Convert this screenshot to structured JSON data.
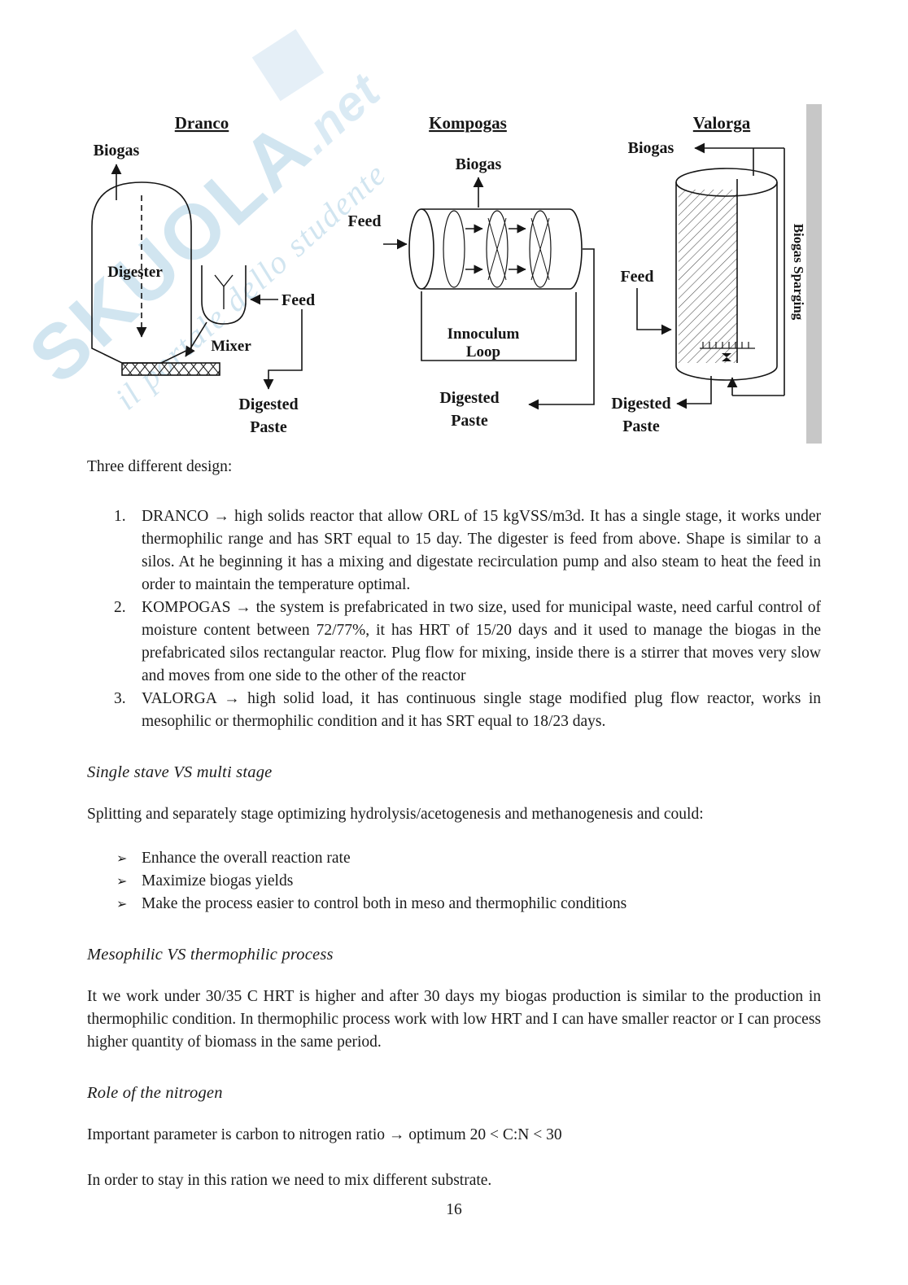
{
  "watermark": {
    "brand": "SKUOLA",
    "tld": ".net",
    "tagline": "il portale dello studente"
  },
  "figure": {
    "dranco": {
      "title": "Dranco",
      "biogas_label": "Biogas",
      "digester_label": "Digester",
      "feed_label": "Feed",
      "mixer_label": "Mixer",
      "digested_paste": [
        "Digested",
        "Paste"
      ]
    },
    "kompogas": {
      "title": "Kompogas",
      "biogas_label": "Biogas",
      "feed_label": "Feed",
      "innoculum_loop": [
        "Innoculum",
        "Loop"
      ],
      "digested_paste": [
        "Digested",
        "Paste"
      ]
    },
    "valorga": {
      "title": "Valorga",
      "biogas_label": "Biogas",
      "feed_label": "Feed",
      "biogas_sparging_label": "Biogas Sparging",
      "digested_paste": [
        "Digested",
        "Paste"
      ]
    }
  },
  "content": {
    "intro": "Three different design:",
    "designs": [
      {
        "num": "1.",
        "text": "DRANCO → high solids reactor that allow ORL of 15 kgVSS/m3d. It has a single stage, it works under thermophilic range and has SRT equal to 15 day. The digester is feed from above. Shape is similar to a silos. At he beginning it has a mixing and digestate recirculation pump and also steam to heat the feed in order to maintain the temperature optimal."
      },
      {
        "num": "2.",
        "text": "KOMPOGAS → the system is prefabricated in two size, used for municipal waste, need carful control of moisture content between 72/77%, it has HRT of 15/20 days and it used to manage the biogas in the prefabricated silos rectangular reactor. Plug flow for mixing, inside there is a stirrer that moves very slow and moves from one side to the other of the reactor"
      },
      {
        "num": "3.",
        "text": "VALORGA → high solid load, it has continuous single stage modified plug flow reactor, works in mesophilic or thermophilic condition and it has SRT equal to 18/23 days."
      }
    ],
    "section1": {
      "heading": "Single stave VS multi stage",
      "para": "Splitting and separately stage optimizing hydrolysis/acetogenesis and methanogenesis and could:",
      "bullet_glyph": "➢",
      "bullets": [
        "Enhance the overall reaction rate",
        "Maximize biogas yields",
        "Make the process easier to control both in meso and thermophilic conditions"
      ]
    },
    "section2": {
      "heading": "Mesophilic VS thermophilic process",
      "para": "It we work under 30/35 C HRT is higher and after 30 days my biogas production is similar to the production in thermophilic condition. In thermophilic process work with low HRT and I can have smaller reactor or I can process higher quantity of biomass in the same period."
    },
    "section3": {
      "heading": "Role of the nitrogen",
      "para1": "Important parameter is carbon to nitrogen ratio → optimum 20 < C:N < 30",
      "para2": "In order to stay in this ration we need to mix different substrate."
    },
    "page_number": "16"
  }
}
